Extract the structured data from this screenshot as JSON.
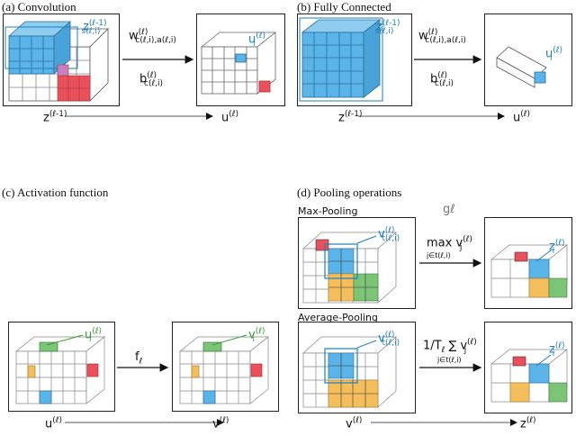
{
  "panels": {
    "a": {
      "title": "(a) Convolution"
    },
    "b": {
      "title": "(b) Fully Connected"
    },
    "c": {
      "title": "(c) Activation function"
    },
    "d": {
      "title": "(d) Pooling operations",
      "gl": "gℓ",
      "max_label": "Max-Pooling",
      "avg_label": "Average-Pooling"
    }
  },
  "labels": {
    "z_prev": "z(ℓ-1)",
    "u": "u(ℓ)",
    "v": "v(ℓ)",
    "z": "z(ℓ)",
    "conv_w": "w(ℓ)c(ℓ,i),a(ℓ,i)",
    "conv_b": "b(ℓ)c(ℓ,i)",
    "fc_w": "w(ℓ)c(ℓ,i),a(ℓ,i)",
    "fc_b": "b(ℓ)c(ℓ,i)",
    "z_sub": "z(ℓ-1)s(ℓ,i)",
    "u_i": "u(ℓ)i",
    "v_i": "v(ℓ)i",
    "z_i": "z(ℓ)i",
    "v_t": "v(ℓ)t(ℓ,i)",
    "f": "fℓ",
    "max_op": "max v(ℓ)j",
    "max_sub": "j∈t(ℓ,i)",
    "avg_op": "1/Tℓ ∑ v(ℓ)j",
    "avg_sub": "j∈t(ℓ,i)"
  },
  "colors": {
    "blue": "#5ab4e8",
    "red": "#e8505b",
    "green": "#7cc576",
    "orange": "#f4be5c",
    "dark_blue": "#1f7fbf"
  }
}
